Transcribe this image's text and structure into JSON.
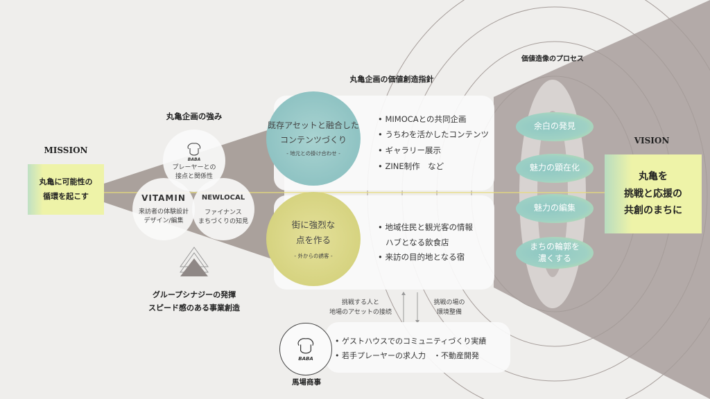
{
  "mission": {
    "label": "MISSION",
    "lines": [
      "丸亀に可能性の",
      "循環を起こす"
    ]
  },
  "strengths": {
    "title": "丸亀企画の強み",
    "items": [
      {
        "logo": "BABA",
        "lines": [
          "プレーヤーとの",
          "接点と関係性"
        ]
      },
      {
        "logo": "VITAMIN",
        "lines": [
          "来訪者の体験設計",
          "デザイン/編集"
        ]
      },
      {
        "logo": "NEWLOCAL",
        "lines": [
          "ファイナンス",
          "まちづくりの知見"
        ]
      }
    ],
    "synergy": [
      "グループシナジーの発揮",
      "スピード感のある事業創造"
    ]
  },
  "policy": {
    "title": "丸亀企画の価値創造指針",
    "upper": {
      "lines": [
        "既存アセットと融合した",
        "コンテンツづくり"
      ],
      "sub": "- 地元との掛け合わせ -",
      "bullets": [
        "MIMOCAとの共同企画",
        "うちわを活かしたコンテンツ",
        "ギャラリー展示",
        "ZINE制作　など"
      ]
    },
    "lower": {
      "lines": [
        "街に強烈な",
        "点を作る"
      ],
      "sub": "- 外からの誘客 -",
      "bullets": [
        "地域住民と観光客の情報",
        "ハブとなる飲食店",
        "来訪の目的地となる宿"
      ]
    }
  },
  "connections": {
    "up": [
      "挑戦する人と",
      "地場のアセットの接続"
    ],
    "down": [
      "挑戦の場の",
      "環境整備"
    ]
  },
  "baba": {
    "name": "馬場商事",
    "logo": "BABA",
    "bullets": [
      "ゲストハウスでのコミュニティづくり実績",
      "若手プレーヤーの求人力　・不動産開発"
    ]
  },
  "process": {
    "title": "価値造像のプロセス",
    "steps": [
      "余白の発見",
      "魅力の顕在化",
      "魅力の編集",
      "まちの輪郭を\n濃くする"
    ]
  },
  "vision": {
    "label": "VISION",
    "lines": [
      "丸亀を",
      "挑戦と応援の",
      "共創のまちに"
    ]
  },
  "colors": {
    "background": "#efeeec",
    "funnel": "#b3aaa8",
    "teal": "#8ec7c3",
    "yellow": "#d9d98a",
    "box": "#eef3a8",
    "line": "#e8dc7a"
  }
}
